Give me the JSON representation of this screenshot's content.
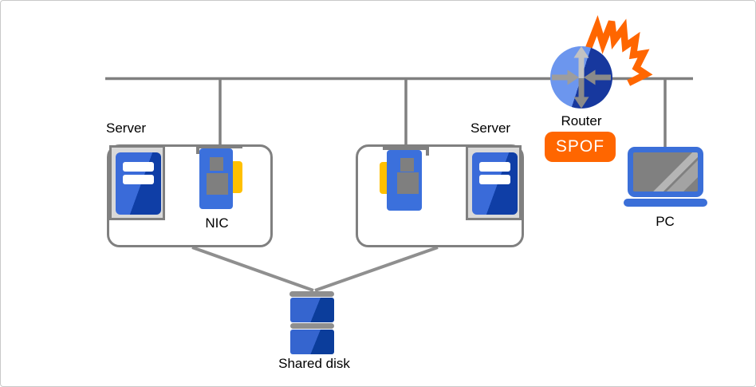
{
  "labels": {
    "server_left": "Server",
    "server_right": "Server",
    "nic": "NIC",
    "router": "Router",
    "spof": "SPOF",
    "pc": "PC",
    "shared_disk": "Shared disk"
  },
  "colors": {
    "connector_gray": "#808080",
    "icon_blue": "#3b70dc",
    "icon_blue_dark": "#0f3ea6",
    "router_blue_light": "#6c96ee",
    "router_blue_dark": "#17389e",
    "badge_orange": "#ff6600",
    "burst_orange": "#ff6600",
    "nic_yellow": "#ffc000",
    "chip_gray": "#7f7f7f",
    "tower_frame_gray": "#d9d9d9",
    "pc_screen_gray": "#808080"
  }
}
